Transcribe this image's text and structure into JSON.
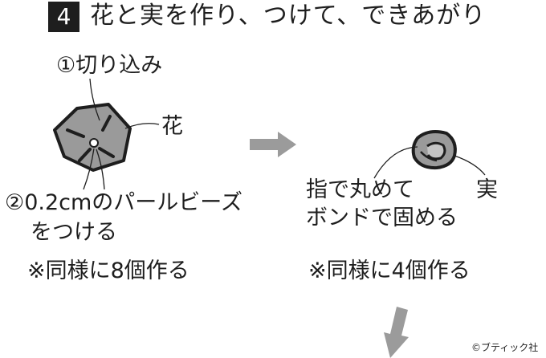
{
  "step": {
    "number": "4",
    "title": "花と実を作り、つけて、できあがり"
  },
  "left_panel": {
    "label_cut": "①切り込み",
    "label_flower": "花",
    "label_beads_line1": "②0.2cmのパールビーズ",
    "label_beads_line2": "をつける",
    "note": "※同様に8個作る"
  },
  "right_panel": {
    "label_roll_line1": "指で丸めて",
    "label_roll_line2": "ボンドで固める",
    "label_fruit": "実",
    "note": "※同様に4個作る"
  },
  "copyright": "©ブティック社",
  "colors": {
    "ink": "#1e1e1e",
    "fill_gray": "#9a9a9a",
    "arrow_gray": "#9b9b9b",
    "background": "#ffffff"
  },
  "icons": {
    "next_arrow": "right-arrow-icon",
    "down_arrow": "down-arrow-icon"
  }
}
